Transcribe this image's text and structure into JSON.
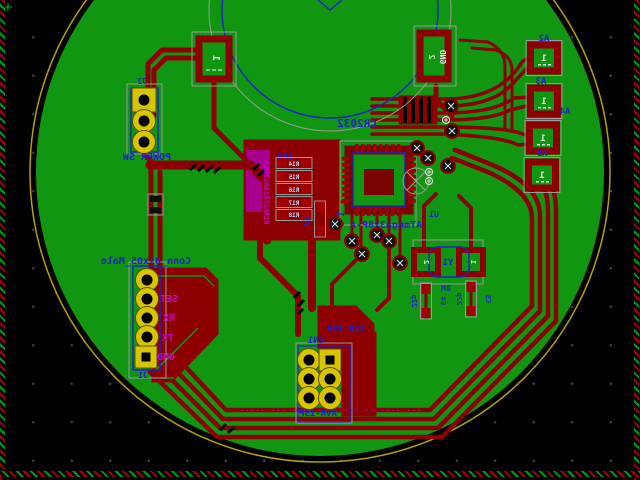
{
  "colors": {
    "green": "#109610",
    "copper": "#8c0000",
    "padred": "#a00000",
    "silkb": "#2020cc",
    "silkm": "#c800c8",
    "edge": "#b5a300",
    "pady": "#d6c500"
  },
  "board": {
    "battery": {
      "value": "CR2032",
      "pad1_num": "1",
      "pad2_num": "2",
      "pad2_name": "GND"
    },
    "power_switch": {
      "ref": "J2",
      "label": "POWER SW"
    },
    "serial_header": {
      "ref": "J1",
      "value": "Conn_01x05_Male",
      "pins": [
        "SET",
        "RX",
        "TX",
        "GND"
      ]
    },
    "isp_header": {
      "ref": "CN1",
      "value": "AVR-ISP"
    },
    "mcu": {
      "ref": "U1",
      "value": "ATmega328P-A"
    },
    "crystal": {
      "ref": "Y1",
      "value": "8M",
      "pad1": "1",
      "pad2": "2"
    },
    "load_caps": [
      {
        "ref": "C4",
        "value": "22p"
      },
      {
        "ref": "C5",
        "value": "22p"
      }
    ],
    "cap_c3": {
      "ref": "C3",
      "value": "0.1"
    },
    "resistor_bank": {
      "value": "10K",
      "refs": [
        "R14",
        "R15",
        "R16",
        "R17",
        "R18"
      ]
    },
    "breakout_pads": [
      {
        "label": "A2",
        "pin": "1"
      },
      {
        "label": "A3",
        "pin": "1"
      },
      {
        "label": "A4",
        "pin": "1"
      },
      {
        "label": "A5",
        "pin": "1"
      }
    ],
    "copper_text": "··· ···· ·· ········ ···· ··· ·····"
  }
}
